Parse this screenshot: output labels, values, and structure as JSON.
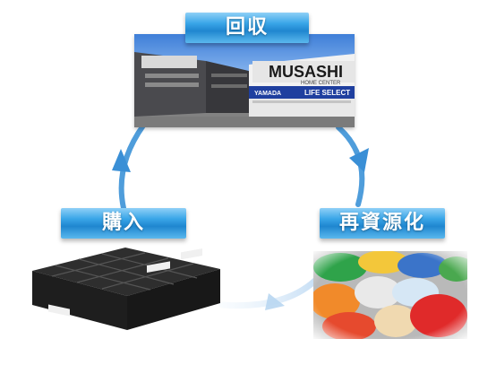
{
  "labels": {
    "recover": "回収",
    "recycle": "再資源化",
    "purchase": "購入"
  },
  "store_sign": {
    "brand": "MUSASHI",
    "sub": "HOME CENTER",
    "left_sign": "YAMADA",
    "right_sign": "LIFE SELECT"
  },
  "colors": {
    "label_blue": "#2a93dc",
    "arrow_blue": "#4b97d6",
    "arrow_pale": "#cfe4f6"
  }
}
